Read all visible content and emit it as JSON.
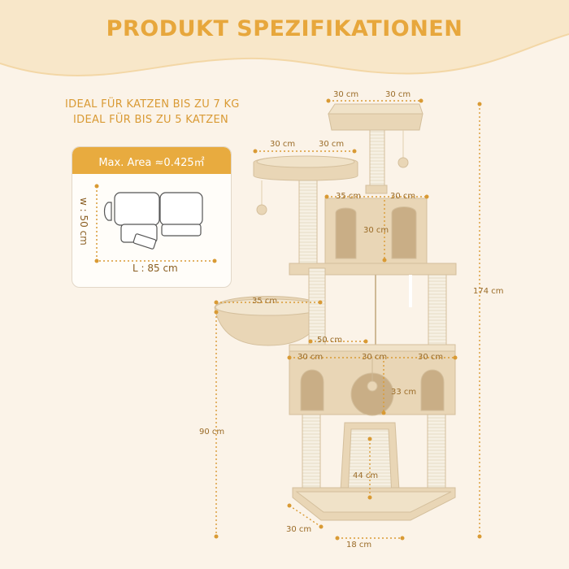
{
  "title": "PRODUKT SPEZIFIKATIONEN",
  "ideal_lines": [
    "IDEAL FÜR KATZEN BIS ZU 7 KG",
    "IDEAL FÜR BIS ZU 5 KATZEN"
  ],
  "area_card": {
    "heading": "Max. Area ≈0.425㎡",
    "width_label": "w : 50 cm",
    "length_label": "L : 85 cm"
  },
  "dimensions": {
    "top_left": "30 cm",
    "top_right": "30 cm",
    "second_left": "30 cm",
    "second_right": "30 cm",
    "condo_left": "35 cm",
    "condo_right": "30 cm",
    "condo_height": "30 cm",
    "basket": "35 cm",
    "mid_gap": "50 cm",
    "lower_left": "30 cm",
    "lower_mid": "30 cm",
    "lower_right": "30 cm",
    "lower_height": "33 cm",
    "ramp": "44 cm",
    "base_side": "30 cm",
    "base_front": "18 cm",
    "total_height": "174 cm",
    "lower_total_height": "90 cm"
  },
  "colors": {
    "accent": "#e8ab3f",
    "title": "#e7a73c",
    "plush": "#e9d6b6",
    "sisal": "#f6f0e3",
    "background": "#fbf3e8"
  }
}
